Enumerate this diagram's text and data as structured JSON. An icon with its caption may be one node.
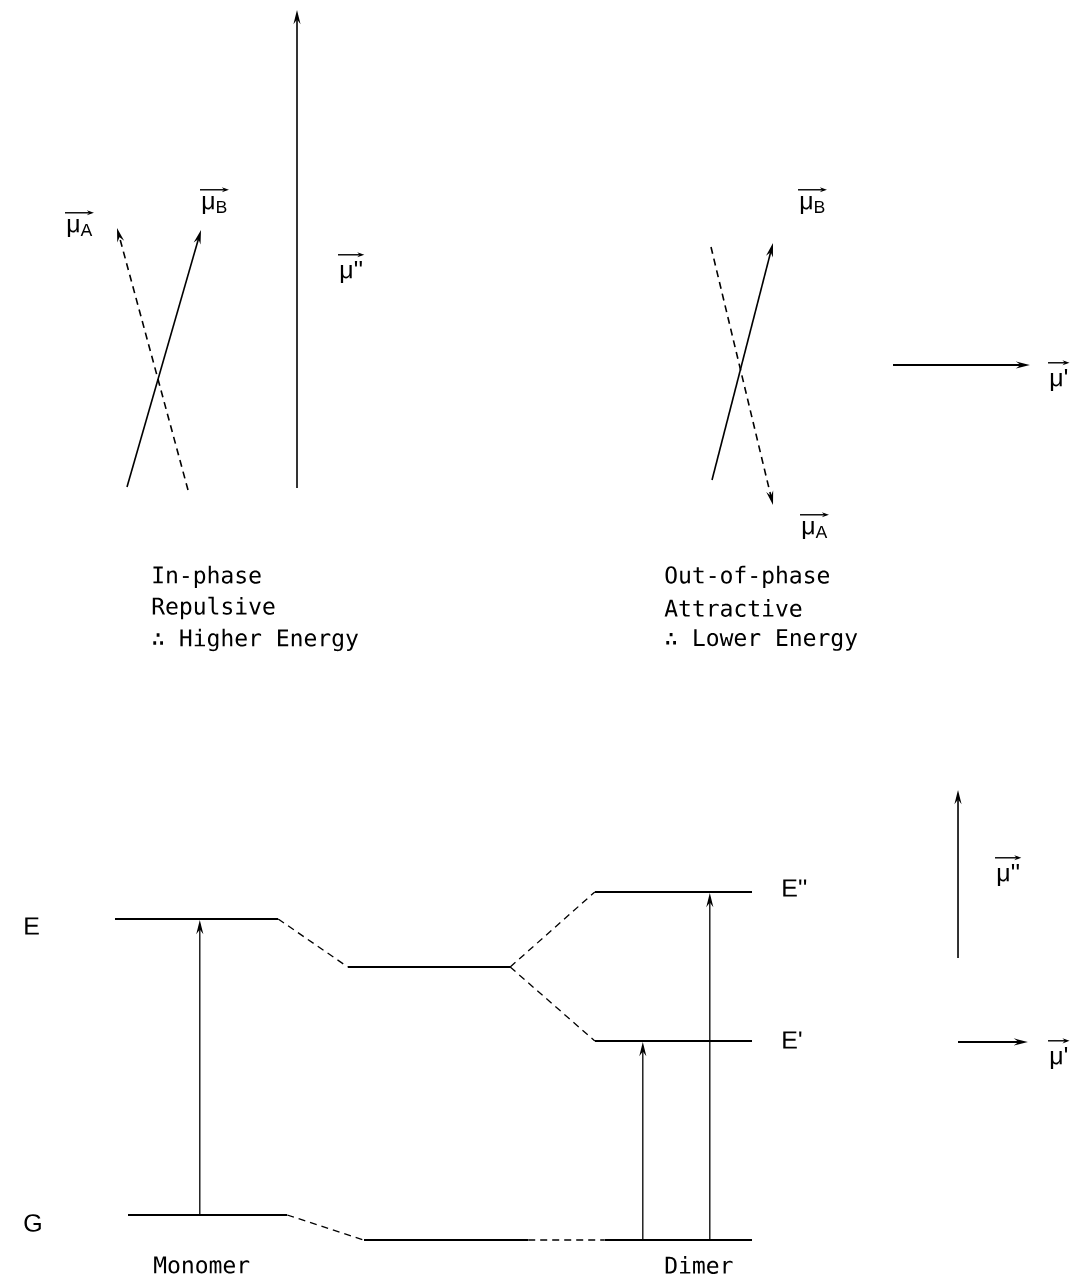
{
  "diagram": {
    "nodes": [
      {
        "text": [],
        "shape": "bar"
      },
      {
        "text": [],
        "shape": "bar"
      },
      {
        "text": [],
        "shape": "bar"
      },
      {
        "text": [],
        "shape": "bar"
      },
      {
        "text": [],
        "shape": "bar"
      },
      {
        "text": [],
        "shape": "bar"
      },
      {
        "text": [],
        "shape": "bar"
      }
    ],
    "edges": [
      {
        "from": 0,
        "to": 2,
        "arrow": "none",
        "style": "dashed"
      },
      {
        "from": 1,
        "to": 3,
        "arrow": "none",
        "style": "dashed"
      },
      {
        "from": 2,
        "to": 4,
        "arrow": "none",
        "style": "dashed"
      },
      {
        "from": 2,
        "to": 5,
        "arrow": "none",
        "style": "dashed"
      },
      {
        "from": 3,
        "to": 6,
        "arrow": "none",
        "style": "dashed"
      },
      {
        "from": 1,
        "to": 0,
        "arrow": "to"
      },
      {
        "from": 6,
        "to": 5,
        "arrow": "to"
      },
      {
        "from": 6,
        "to": 4,
        "arrow": "to"
      }
    ],
    "labels": [
      "μ$_{A}$",
      "μ$_{B}$",
      "μ''",
      "μ$_{B}$",
      "μ'",
      "μ$_{A}$",
      "In-phase",
      "Repulsive",
      "∴ Higher Energy",
      "Out-of-phase",
      "Attractive",
      "∴ Lower Energy",
      "μ''",
      "E",
      "E''",
      "E'",
      "μ'",
      "G",
      "Monomer",
      "Dimer"
    ]
  }
}
